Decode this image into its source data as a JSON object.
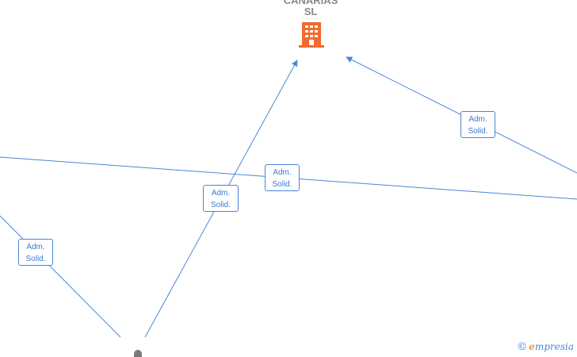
{
  "company": {
    "name_line1": "CANARIAS",
    "name_line2": "SL",
    "icon": "building-icon",
    "icon_color": "#f26a2e"
  },
  "edges": [
    {
      "label_line1": "Adm.",
      "label_line2": "Solid."
    },
    {
      "label_line1": "Adm.",
      "label_line2": "Solid."
    },
    {
      "label_line1": "Adm.",
      "label_line2": "Solid."
    },
    {
      "label_line1": "Adm.",
      "label_line2": "Solid."
    }
  ],
  "colors": {
    "edge": "#4a86d6",
    "label_text": "#3b7bd1",
    "person_node": "#7a7a7a"
  },
  "brand": {
    "copyright": "©",
    "first_letter": "e",
    "rest": "mpresia"
  }
}
